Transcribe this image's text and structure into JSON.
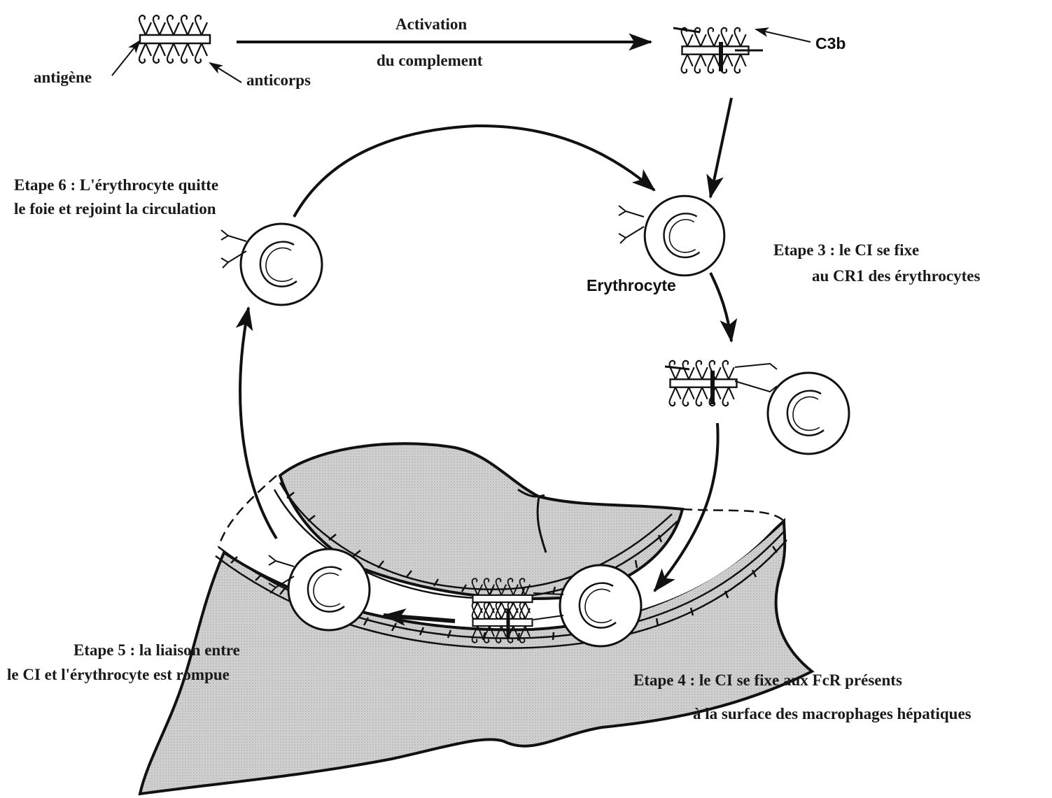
{
  "labels": {
    "antigen": "antigène",
    "antibody": "anticorps",
    "activation_line1": "Activation",
    "activation_line2": "du complement",
    "c3b": "C3b",
    "erythrocyte": "Erythrocyte",
    "step3_line1": "Etape 3 : le CI se fixe",
    "step3_line2": "au CR1 des érythrocytes",
    "step4_line1": "Etape 4 : le CI se fixe aux FcR présents",
    "step4_line2": "à la surface des macrophages hépatiques",
    "step5_line1": "Etape 5 : la liaison entre",
    "step5_line2": "le CI et l'érythrocyte est rompue",
    "step6_line1": "Etape 6 : L'érythrocyte quitte",
    "step6_line2": "le foie et rejoint la circulation"
  },
  "colors": {
    "ink": "#111111",
    "liver_fill": "#c9c9c9",
    "background": "#ffffff"
  }
}
